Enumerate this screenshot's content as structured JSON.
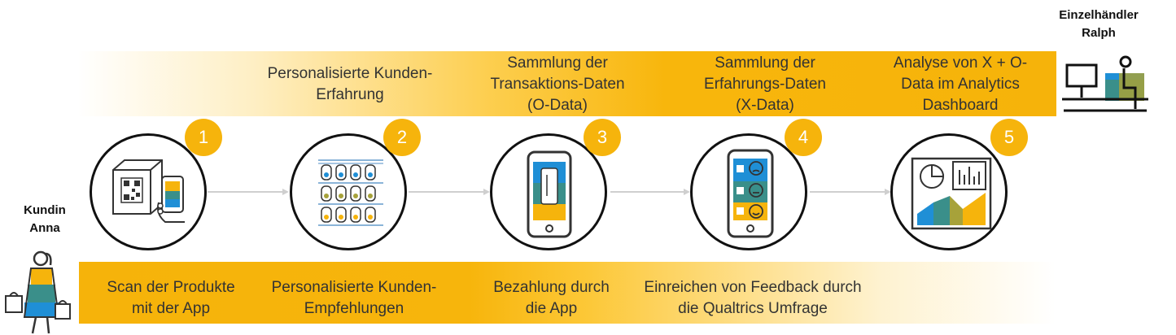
{
  "actors": {
    "customer": {
      "line1": "Kundin",
      "line2": "Anna"
    },
    "retailer": {
      "line1": "Einzelhändler",
      "line2": "Ralph"
    }
  },
  "steps": [
    {
      "number": "1",
      "icon": "qr-scan-icon"
    },
    {
      "number": "2",
      "icon": "product-shelf-icon"
    },
    {
      "number": "3",
      "icon": "mobile-payment-icon"
    },
    {
      "number": "4",
      "icon": "feedback-survey-icon"
    },
    {
      "number": "5",
      "icon": "analytics-dashboard-icon"
    }
  ],
  "top_labels": [
    {
      "l1": "Personalisierte Kunden-",
      "l2": "Erfahrung",
      "l3": ""
    },
    {
      "l1": "Sammlung der",
      "l2": "Transaktions-Daten",
      "l3": "(O-Data)"
    },
    {
      "l1": "Sammlung der",
      "l2": "Erfahrungs-Daten",
      "l3": "(X-Data)"
    },
    {
      "l1": "Analyse von X + O-",
      "l2": "Data im Analytics",
      "l3": "Dashboard"
    }
  ],
  "bottom_labels": [
    {
      "l1": "Scan der Produkte",
      "l2": "mit der App"
    },
    {
      "l1": "Personalisierte Kunden-",
      "l2": "Empfehlungen"
    },
    {
      "l1": "Bezahlung durch",
      "l2": "die App"
    },
    {
      "l1": "Einreichen von Feedback durch",
      "l2": "die Qualtrics Umfrage"
    }
  ],
  "colors": {
    "accent": "#f6b40c",
    "outline": "#111111",
    "blue": "#1f8fd6",
    "teal": "#3a8f8a",
    "olive": "#a7a23a"
  }
}
